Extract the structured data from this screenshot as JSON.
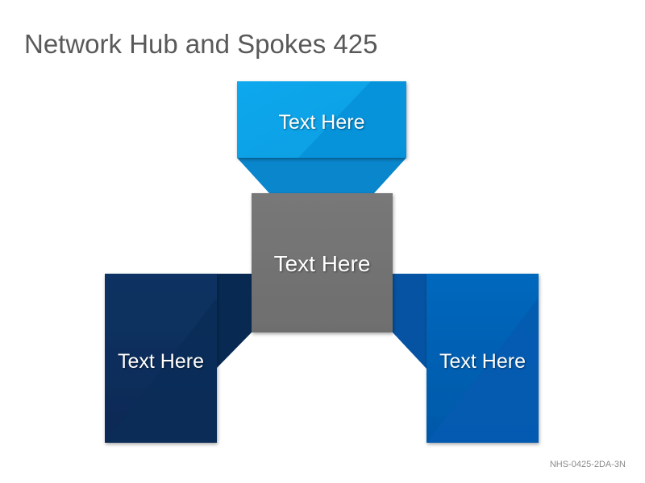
{
  "title": "Network Hub and Spokes 425",
  "footer_code": "NHS-0425-2DA-3N",
  "nodes": {
    "top": {
      "label": "Text Here",
      "color": "#0ba5ea"
    },
    "hub": {
      "label": "Text Here",
      "color": "#747474"
    },
    "left": {
      "label": "Text Here",
      "color": "#0c3263"
    },
    "right": {
      "label": "Text Here",
      "color": "#0364b8"
    }
  }
}
